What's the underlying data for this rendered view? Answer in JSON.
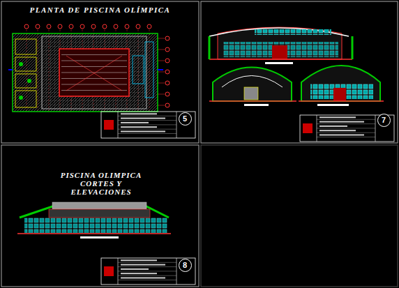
{
  "diagram": {
    "nodes": [
      {
        "text": [
          "5"
        ]
      },
      {
        "text": [
          "7"
        ]
      },
      {
        "text": [
          "8"
        ]
      }
    ],
    "labels": [
      "PLANTA DE PISCINA OLÍMPICA",
      "PISCINA OLIMPICA CORTES Y ELEVACIONES"
    ]
  }
}
